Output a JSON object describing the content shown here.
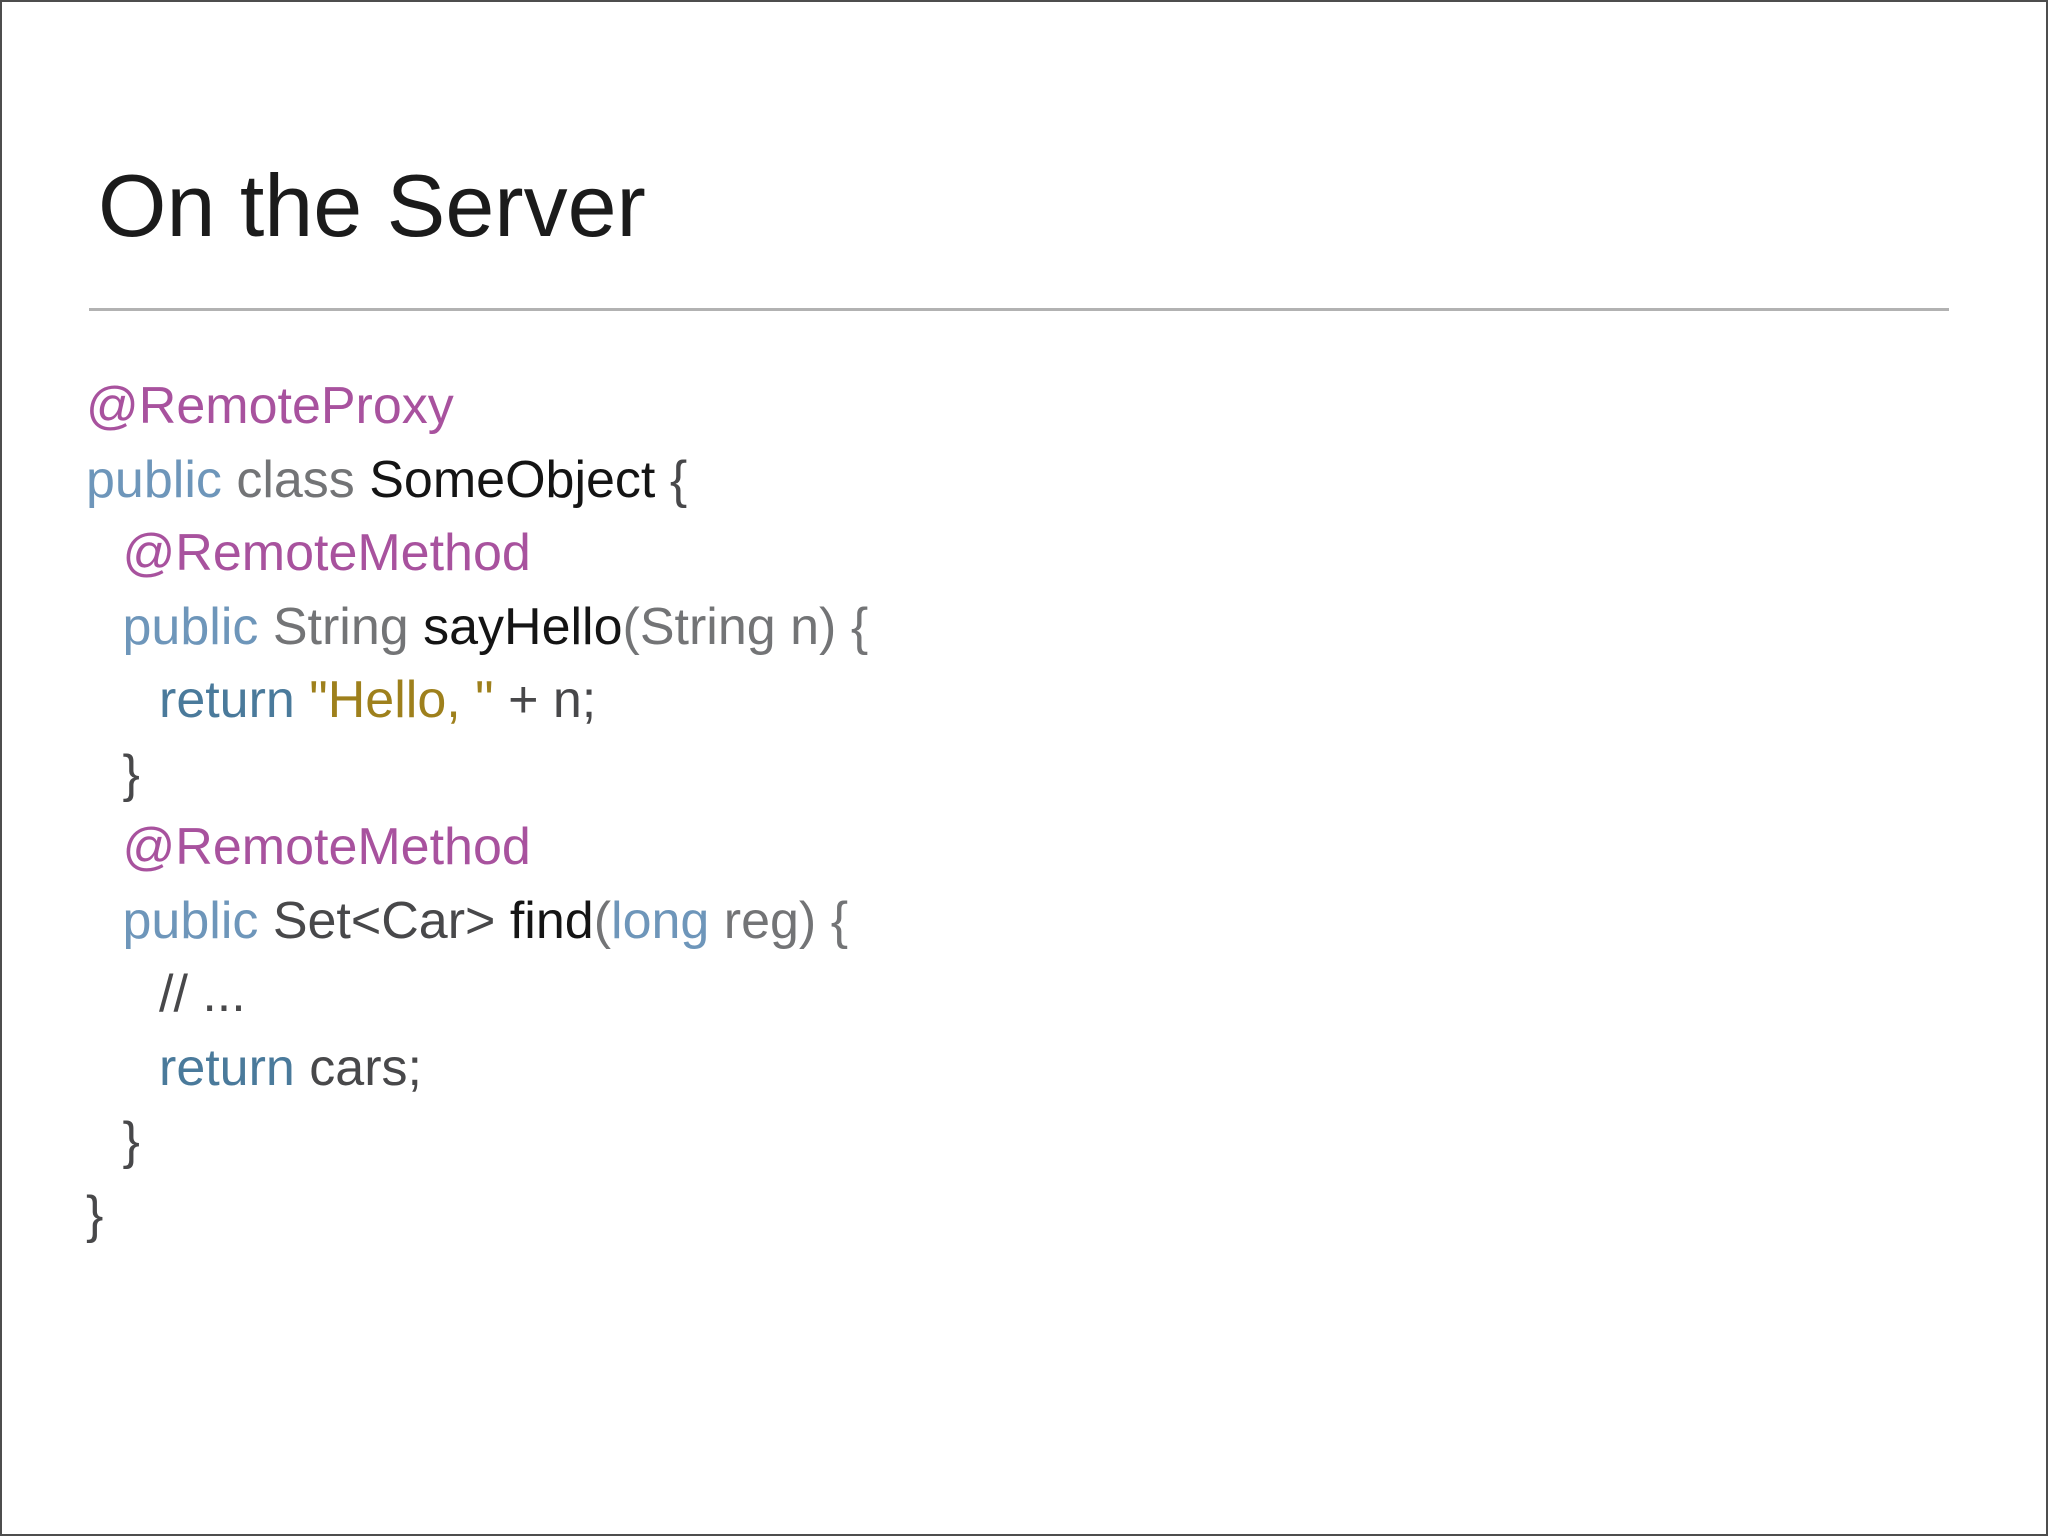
{
  "slide": {
    "title": "On the Server",
    "colors": {
      "background": "#ffffff",
      "border": "#4d4d4d",
      "title_color": "#1b1b1b",
      "divider": "#b2b2b2",
      "annotation": "#a8529e",
      "keyword": "#6e96ba",
      "keyword_return": "#4a7a9b",
      "string": "#9e801c",
      "type": "#737476",
      "dark": "#48484a",
      "name": "#141414"
    },
    "code": {
      "language": "java",
      "lines": [
        {
          "indent": 0,
          "tokens": [
            {
              "t": "@RemoteProxy",
              "c": "annotation"
            }
          ]
        },
        {
          "indent": 0,
          "tokens": [
            {
              "t": "public ",
              "c": "keyword"
            },
            {
              "t": "class ",
              "c": "type"
            },
            {
              "t": "SomeObject ",
              "c": "name"
            },
            {
              "t": "{",
              "c": "dark"
            }
          ]
        },
        {
          "indent": 1,
          "tokens": [
            {
              "t": "@RemoteMethod",
              "c": "annotation"
            }
          ]
        },
        {
          "indent": 1,
          "tokens": [
            {
              "t": "public ",
              "c": "keyword"
            },
            {
              "t": "String ",
              "c": "type"
            },
            {
              "t": "sayHello",
              "c": "name"
            },
            {
              "t": "(String n) {",
              "c": "type"
            }
          ]
        },
        {
          "indent": 2,
          "tokens": [
            {
              "t": "return ",
              "c": "keyword_return"
            },
            {
              "t": "\"Hello, \" ",
              "c": "string"
            },
            {
              "t": "+ n;",
              "c": "dark"
            }
          ]
        },
        {
          "indent": 1,
          "tokens": [
            {
              "t": "}",
              "c": "dark"
            }
          ]
        },
        {
          "indent": 1,
          "tokens": [
            {
              "t": "@RemoteMethod",
              "c": "annotation"
            }
          ]
        },
        {
          "indent": 1,
          "tokens": [
            {
              "t": "public ",
              "c": "keyword"
            },
            {
              "t": "Set<Car> ",
              "c": "dark"
            },
            {
              "t": "find",
              "c": "name"
            },
            {
              "t": "(",
              "c": "type"
            },
            {
              "t": "long",
              "c": "keyword"
            },
            {
              "t": " reg) {",
              "c": "type"
            }
          ]
        },
        {
          "indent": 2,
          "tokens": [
            {
              "t": "// ...",
              "c": "dark"
            }
          ]
        },
        {
          "indent": 2,
          "tokens": [
            {
              "t": "return ",
              "c": "keyword_return"
            },
            {
              "t": "cars;",
              "c": "dark"
            }
          ]
        },
        {
          "indent": 1,
          "tokens": [
            {
              "t": "}",
              "c": "dark"
            }
          ]
        },
        {
          "indent": 0,
          "tokens": [
            {
              "t": "}",
              "c": "dark"
            }
          ]
        }
      ]
    }
  }
}
